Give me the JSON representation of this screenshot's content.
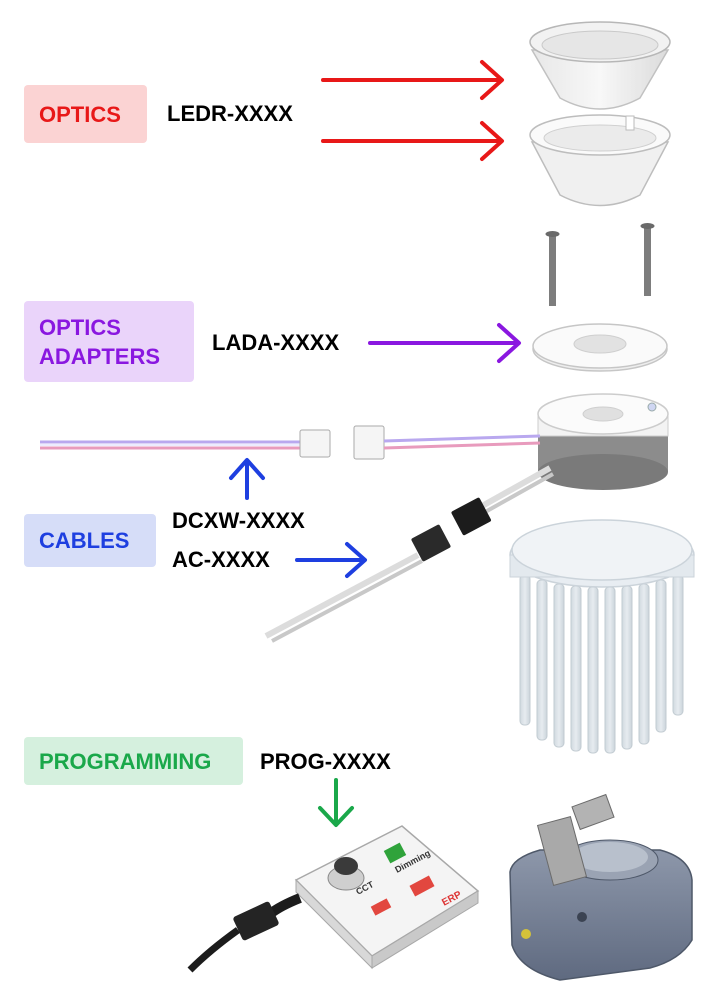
{
  "colors": {
    "optics": "#e81818",
    "optics_bg": "#fbd3d3",
    "adapters": "#8a17e0",
    "adapters_bg": "#ead4fa",
    "cables": "#1e3fe0",
    "cables_bg": "#d6ddf8",
    "programming": "#1aa84a",
    "programming_bg": "#d5f0de"
  },
  "categories": {
    "optics": {
      "label": "OPTICS",
      "code": "LEDR-XXXX"
    },
    "adapters": {
      "label_line1": "OPTICS",
      "label_line2": "ADAPTERS",
      "code": "LADA-XXXX"
    },
    "cables": {
      "label": "CABLES",
      "code_dc": "DCXW-XXXX",
      "code_ac": "AC-XXXX"
    },
    "programming": {
      "label": "PROGRAMMING",
      "code": "PROG-XXXX"
    }
  },
  "programmer": {
    "cct_label": "CCT",
    "dimming_label": "Dimming",
    "brand": "ERP"
  }
}
